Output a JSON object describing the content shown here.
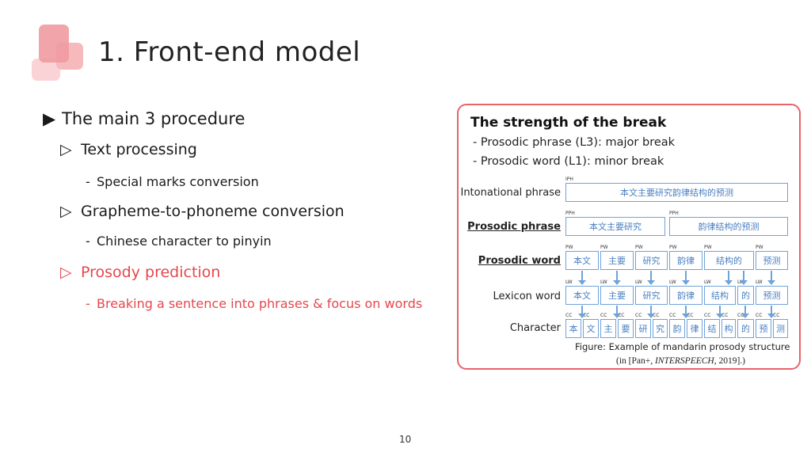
{
  "slide": {
    "title": "1. Front-end model",
    "page_number": "10",
    "colors": {
      "accent": "#e5474c",
      "panel_border": "#e8636a",
      "diagram_blue": "#6fa3d8"
    }
  },
  "bullets": {
    "main": {
      "marker": "▶",
      "text": "The main 3 procedure"
    },
    "items": [
      {
        "marker": "▷",
        "text": "Text processing",
        "sub": "Special marks conversion",
        "highlight": false
      },
      {
        "marker": "▷",
        "text": "Grapheme-to-phoneme conversion",
        "sub": "Chinese character to pinyin",
        "highlight": false
      },
      {
        "marker": "▷",
        "text": "Prosody prediction",
        "sub": "Breaking a sentence into phrases & focus on words",
        "highlight": true
      }
    ],
    "sub_marker": "-"
  },
  "panel": {
    "title": "The strength of the break",
    "lines": [
      "- Prosodic phrase (L3): major break",
      "- Prosodic word (L1): minor break"
    ],
    "row_labels": [
      "Intonational phrase",
      "Prosodic phrase",
      "Prosodic word",
      "Lexicon word",
      "Character"
    ],
    "figure_caption": "Figure: Example of mandarin prosody structure",
    "citation_prefix": "(in [Pan+, ",
    "citation_venue": "INTERSPEECH",
    "citation_suffix": ", 2019].)"
  },
  "diagram": {
    "ip": {
      "tag": "IPH",
      "text": "本文主要研究韵律结构的预测"
    },
    "pp": [
      {
        "tag": "PPH",
        "text": "本文主要研究"
      },
      {
        "tag": "PPH",
        "text": "韵律结构的预测"
      }
    ],
    "pw": [
      {
        "tag": "PW",
        "text": "本文"
      },
      {
        "tag": "PW",
        "text": "主要"
      },
      {
        "tag": "PW",
        "text": "研究"
      },
      {
        "tag": "PW",
        "text": "韵律"
      },
      {
        "tag": "PW",
        "text": "结构的"
      },
      {
        "tag": "PW",
        "text": "预测"
      }
    ],
    "lw": [
      {
        "tag": "LW",
        "text": "本文"
      },
      {
        "tag": "LW",
        "text": "主要"
      },
      {
        "tag": "LW",
        "text": "研究"
      },
      {
        "tag": "LW",
        "text": "韵律"
      },
      {
        "tag": "LW",
        "text": "结构"
      },
      {
        "tag": "LW",
        "text": "的"
      },
      {
        "tag": "LW",
        "text": "预测"
      }
    ],
    "cc": [
      {
        "tag": "CC",
        "text": "本"
      },
      {
        "tag": "CC",
        "text": "文"
      },
      {
        "tag": "CC",
        "text": "主"
      },
      {
        "tag": "CC",
        "text": "要"
      },
      {
        "tag": "CC",
        "text": "研"
      },
      {
        "tag": "CC",
        "text": "究"
      },
      {
        "tag": "CC",
        "text": "韵"
      },
      {
        "tag": "CC",
        "text": "律"
      },
      {
        "tag": "CC",
        "text": "结"
      },
      {
        "tag": "CC",
        "text": "构"
      },
      {
        "tag": "CC",
        "text": "的"
      },
      {
        "tag": "CC",
        "text": "预"
      },
      {
        "tag": "CC",
        "text": "测"
      }
    ]
  }
}
